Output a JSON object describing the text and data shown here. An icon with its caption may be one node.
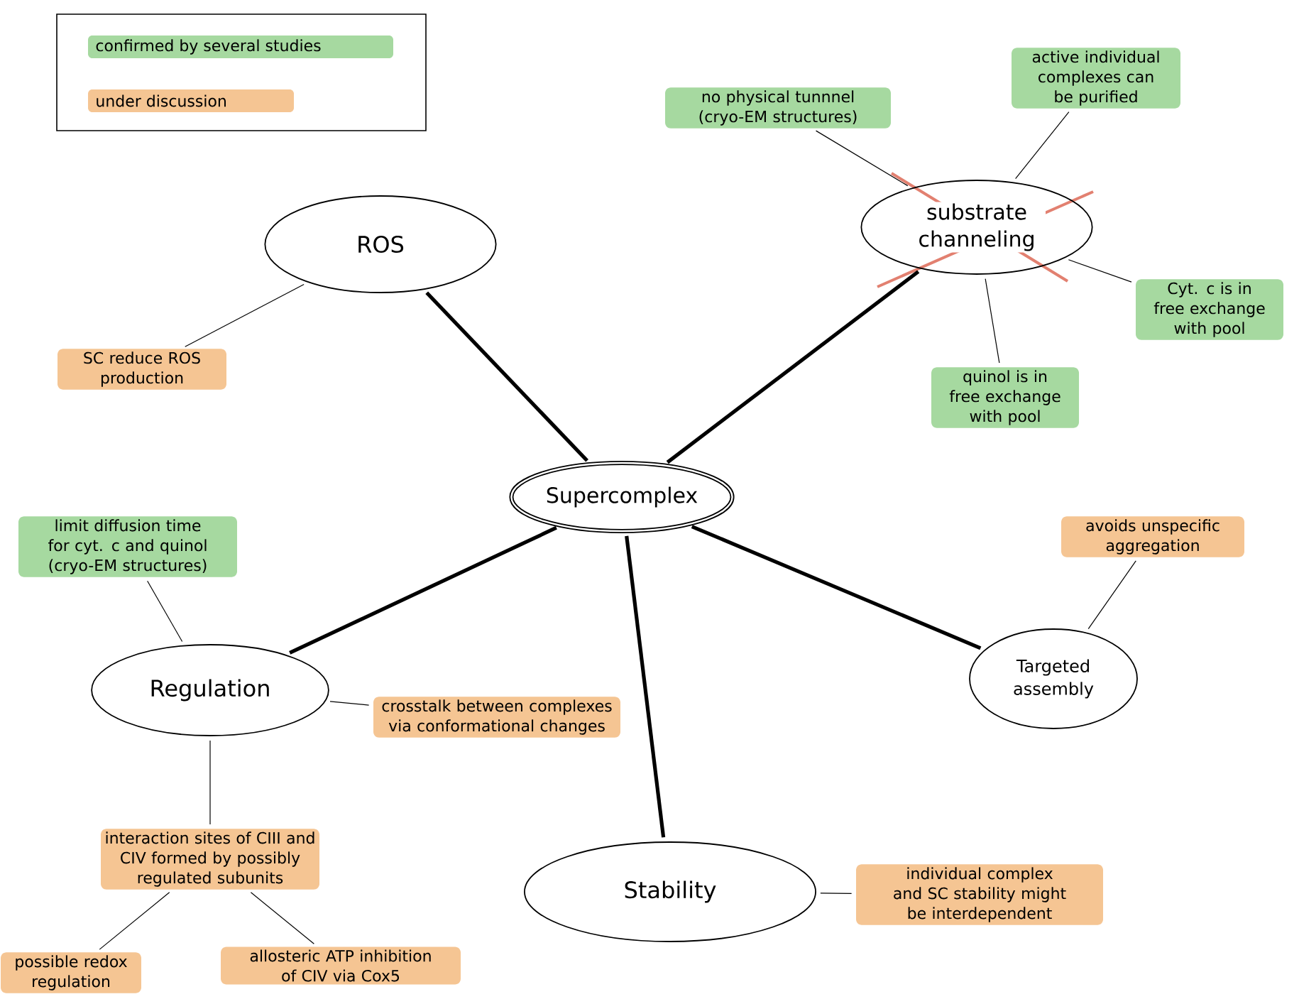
{
  "diagram": {
    "nodes": [
      {
        "text": [
          "Supercomplex"
        ]
      },
      {
        "text": [
          "ROS"
        ]
      },
      {
        "text": [
          "substrate channeling"
        ]
      },
      {
        "text": [
          "Regulation"
        ]
      },
      {
        "text": [
          "Stability"
        ]
      },
      {
        "text": [
          "Targeted assembly"
        ]
      },
      {
        "text": [
          "SC reduce ROS production"
        ]
      },
      {
        "text": [
          "no physical tunnnel (cryo-EM structures)"
        ]
      },
      {
        "text": [
          "active individual complexes can be purified"
        ]
      },
      {
        "text": [
          "Cyt. c is in free exchange with pool"
        ]
      },
      {
        "text": [
          "quinol is in free exchange with pool"
        ]
      },
      {
        "text": [
          "avoids unspecific aggregation"
        ]
      },
      {
        "text": [
          "limit diffusion time for cyt. c and quinol (cryo-EM structures)"
        ]
      },
      {
        "text": [
          "crosstalk between complexes via conformational changes"
        ]
      },
      {
        "text": [
          "interaction sites of CIII and CIV formed by possibly regulated subunits"
        ]
      },
      {
        "text": [
          "possible redox regulation"
        ]
      },
      {
        "text": [
          "allosteric ATP inhibition of CIV via Cox5"
        ]
      },
      {
        "text": [
          "individual complex and SC stability might be interdependent"
        ]
      }
    ],
    "edges": [
      {
        "from": 0,
        "to": 1,
        "arrow": "none",
        "style": "thick"
      },
      {
        "from": 0,
        "to": 2,
        "arrow": "none",
        "style": "thick"
      },
      {
        "from": 0,
        "to": 3,
        "arrow": "none",
        "style": "thick"
      },
      {
        "from": 0,
        "to": 4,
        "arrow": "none",
        "style": "thick"
      },
      {
        "from": 0,
        "to": 5,
        "arrow": "none",
        "style": "thick"
      },
      {
        "from": 1,
        "to": 6,
        "arrow": "none"
      },
      {
        "from": 2,
        "to": 7,
        "arrow": "none"
      },
      {
        "from": 2,
        "to": 8,
        "arrow": "none"
      },
      {
        "from": 2,
        "to": 9,
        "arrow": "none"
      },
      {
        "from": 2,
        "to": 10,
        "arrow": "none"
      },
      {
        "from": 5,
        "to": 11,
        "arrow": "none"
      },
      {
        "from": 3,
        "to": 12,
        "arrow": "none"
      },
      {
        "from": 3,
        "to": 13,
        "arrow": "none"
      },
      {
        "from": 3,
        "to": 14,
        "arrow": "none"
      },
      {
        "from": 14,
        "to": 15,
        "arrow": "none"
      },
      {
        "from": 14,
        "to": 16,
        "arrow": "none"
      },
      {
        "from": 4,
        "to": 17,
        "arrow": "none"
      }
    ],
    "legend": [
      {
        "text": "confirmed by several studies",
        "color": "#a6d9a0"
      },
      {
        "text": "under discussion",
        "color": "#f5c593"
      }
    ]
  }
}
